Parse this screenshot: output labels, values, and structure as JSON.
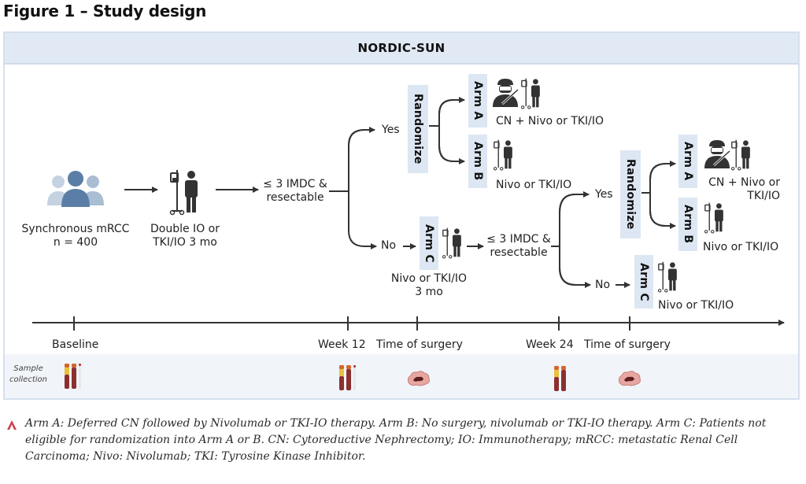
{
  "figure": {
    "title": "Figure 1 – Study design",
    "trial_name": "NORDIC-SUN"
  },
  "flow": {
    "population": {
      "line1": "Synchronous mRCC",
      "line2": "n = 400"
    },
    "induction": {
      "line1": "Double IO or",
      "line2": "TKI/IO 3 mo"
    },
    "decision1": {
      "line1": "≤ 3 IMDC &",
      "line2": "resectable"
    },
    "decision1_yes": "Yes",
    "decision1_no": "No",
    "randomize1": "Randomize",
    "arm_a1": {
      "label": "Arm A",
      "desc": "CN + Nivo or TKI/IO"
    },
    "arm_b1": {
      "label": "Arm B",
      "desc": "Nivo or TKI/IO"
    },
    "arm_c1": {
      "label": "Arm C",
      "line1": "Nivo or TKI/IO",
      "line2": "3 mo"
    },
    "decision2": {
      "line1": "≤ 3 IMDC &",
      "line2": "resectable"
    },
    "decision2_yes": "Yes",
    "decision2_no": "No",
    "randomize2": "Randomize",
    "arm_a2": {
      "label": "Arm A",
      "line1": "CN + Nivo or",
      "line2": "TKI/IO"
    },
    "arm_b2": {
      "label": "Arm B",
      "desc": "Nivo or TKI/IO"
    },
    "arm_c2": {
      "label": "Arm C",
      "desc": "Nivo or TKI/IO"
    }
  },
  "timeline": {
    "points": [
      "Baseline",
      "Week 12",
      "Time of surgery",
      "Week 24",
      "Time of surgery"
    ]
  },
  "samples": {
    "label_line1": "Sample",
    "label_line2": "collection",
    "items": [
      {
        "time": "Baseline",
        "type": "blood-tubes-icon"
      },
      {
        "time": "Week 12",
        "type": "blood-tubes-icon"
      },
      {
        "time": "Time of surgery",
        "type": "tissue-sample-icon"
      },
      {
        "time": "Week 24",
        "type": "blood-tubes-icon"
      },
      {
        "time": "Time of surgery",
        "type": "tissue-sample-icon"
      }
    ]
  },
  "colors": {
    "header_bg": "#e1e9f4",
    "arm_box_bg": "#dde7f3",
    "people_dark": "#5a7ea6",
    "people_light": "#b9c9db",
    "footnote_marker": "#d0404e"
  },
  "footnote": "Arm A: Deferred CN followed by Nivolumab or TKI-IO therapy. Arm B: No surgery, nivolumab or TKI-IO therapy. Arm C: Patients not eligible for randomization into Arm A or B. CN: Cytoreductive Nephrectomy; IO: Immunotherapy; mRCC: metastatic Renal Cell Carcinoma; Nivo: Nivolumab; TKI: Tyrosine Kinase Inhibitor."
}
